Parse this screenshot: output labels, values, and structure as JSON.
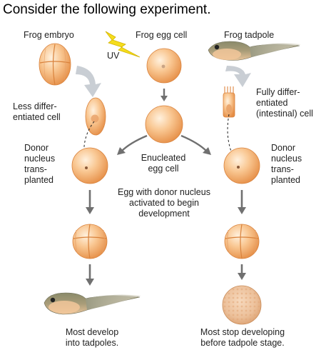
{
  "heading": "Consider the following experiment.",
  "diagram": {
    "top_labels": {
      "frog_embryo": "Frog embryo",
      "frog_egg_cell": "Frog egg cell",
      "frog_tadpole": "Frog tadpole",
      "uv": "UV"
    },
    "left_branch": {
      "less_differentiated": [
        "Less differ-",
        "entiated cell"
      ],
      "donor_nucleus": [
        "Donor",
        "nucleus",
        "trans-",
        "planted"
      ],
      "outcome": [
        "Most develop",
        "into tadpoles."
      ]
    },
    "right_branch": {
      "fully_differentiated": [
        "Fully differ-",
        "entiated",
        "(intestinal) cell"
      ],
      "donor_nucleus": [
        "Donor",
        "nucleus",
        "trans-",
        "planted"
      ],
      "outcome": [
        "Most stop developing",
        "before tadpole stage."
      ]
    },
    "center": {
      "enucleated": [
        "Enucleated",
        "egg cell"
      ],
      "activated": [
        "Egg with donor nucleus",
        "activated to begin",
        "development"
      ]
    },
    "colors": {
      "cell_light": "#fde3c4",
      "cell_mid": "#f6ba80",
      "cell_dark": "#e9954f",
      "arrow_gray": "#7a7a7a",
      "curve_arrow": "#c9ced4",
      "uv_bolt": "#f5dd1c"
    }
  }
}
